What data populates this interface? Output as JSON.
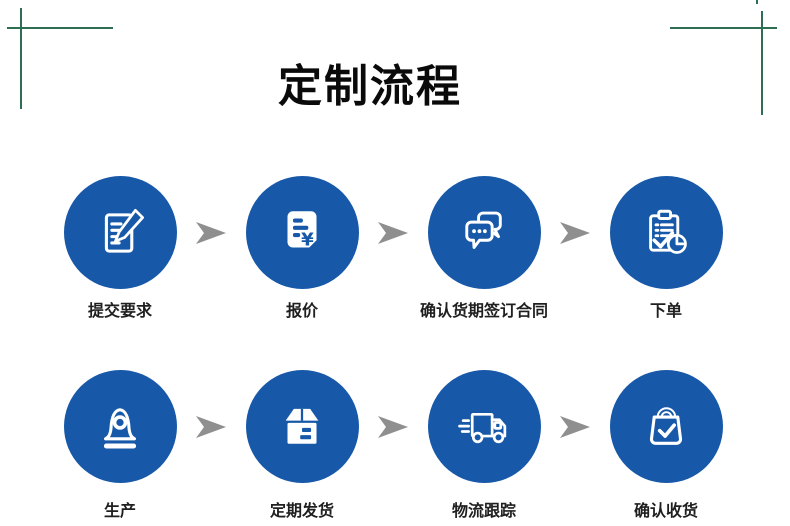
{
  "title": "定制流程",
  "colors": {
    "circle_blue": "#1759a8",
    "corner_mark_green": "#2e6e52",
    "arrow_gray": "#8f8f8f",
    "title_color": "#0a0a0a",
    "label_color": "#1f1f1f",
    "background": "#ffffff",
    "icon_stroke": "#ffffff"
  },
  "flow": {
    "rows": [
      {
        "steps": [
          {
            "label": "提交要求",
            "icon": "document-edit-icon"
          },
          {
            "label": "报价",
            "icon": "quotation-invoice-icon"
          },
          {
            "label": "确认货期签订合同",
            "icon": "chat-bubbles-icon"
          },
          {
            "label": "下单",
            "icon": "order-clipboard-icon"
          }
        ]
      },
      {
        "steps": [
          {
            "label": "生产",
            "icon": "production-equipment-icon"
          },
          {
            "label": "定期发货",
            "icon": "package-box-icon"
          },
          {
            "label": "物流跟踪",
            "icon": "delivery-truck-icon"
          },
          {
            "label": "确认收货",
            "icon": "shopping-bag-check-icon"
          }
        ]
      }
    ]
  },
  "quote_icon_currency": "¥"
}
